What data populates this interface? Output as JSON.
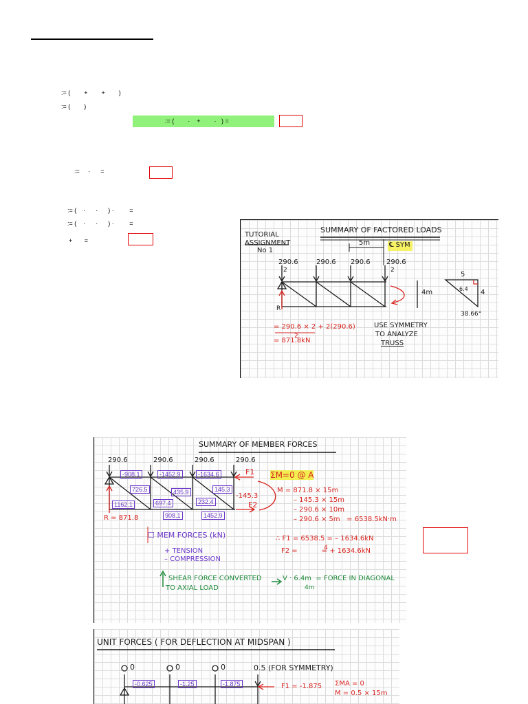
{
  "eq_lines": {
    "l1": ":= (        +        +        )",
    "l2": ":= (        )",
    "l3": ":= (        ·    +        ·   ) =",
    "l4": ":=     ·      =",
    "l5": ":= (    ·      ·      ) ·         =",
    "l6": ":= (    ·      ·      ) ·         =",
    "l7": "+       ="
  },
  "panel1": {
    "title": "SUMMARY OF FACTORED LOADS",
    "tag_line1": "TUTORIAL",
    "tag_line2": "ASSIGNMENT",
    "tag_line3": "No 1",
    "loads": [
      "290.6",
      "290.6",
      "290.6",
      "290.6"
    ],
    "load_half": "2",
    "span": "5m",
    "sym": "℄ SYM",
    "height": "4m",
    "tri_5": "5",
    "tri_4": "4",
    "tri_64": "6.4",
    "angle": "38.66°",
    "reaction": "R",
    "r_line1": "= 290.6 × 2 + 2(290.6)",
    "r_line1_half": "2",
    "r_line2": "= 871.8kN",
    "note1": "USE SYMMETRY",
    "note2": "TO ANALYZE",
    "note3": "TRUSS"
  },
  "panel2": {
    "title": "SUMMARY OF MEMBER FORCES",
    "loads": [
      "290.6",
      "290.6",
      "290.6",
      "290.6"
    ],
    "top_forces": [
      "-908.1",
      "-1452.9",
      "-1634.6"
    ],
    "bot_forces": [
      "908.1",
      "1452.9"
    ],
    "vert_forces": [
      "726.5",
      "435.9",
      "145.3"
    ],
    "diag_forces": [
      "1162.1",
      "697.4",
      "232.4"
    ],
    "right_force": "-145.3",
    "reaction": "R = 871.8",
    "f1": "F1",
    "f2": "F2",
    "moment_title": "ΣM=0 @ A",
    "m_lines": [
      "M = 871.8 × 15m",
      "– 145.3 × 15m",
      "– 290.6 × 10m",
      "– 290.6 × 5m   = 6538.5kN·m"
    ],
    "f1_line": "∴ F1 = 6538.5 = – 1634.6kN",
    "f1_den": "4",
    "f2_line": "F2 =           = + 1634.6kN",
    "legend1": "☐ MEM FORCES (kN)",
    "legend2": "+ TENSION",
    "legend3": "– COMPRESSION",
    "shear1": "SHEAR FORCE CONVERTED",
    "shear2": "TO AXIAL LOAD",
    "shear_eq": "V · 6.4m  = FORCE IN DIAGONAL",
    "shear_den": "4m"
  },
  "panel3": {
    "title": "UNIT FORCES ( FOR DEFLECTION AT MIDSPAN )",
    "loads": [
      "0",
      "0",
      "0",
      "0.5 (FOR SYMMETRY)"
    ],
    "top_forces": [
      "-0.625",
      "-1.25",
      "-1.875"
    ],
    "f1": "F1 = -1.875",
    "m_title": "ΣMA = 0",
    "m_line": "M = 0.5 × 15m"
  },
  "colors": {
    "green_highlight": "#90f27a",
    "red_box": "#e00000",
    "purple_ink": "#6a35c9",
    "red_ink": "#d8231e",
    "green_ink": "#1f8a3a"
  }
}
